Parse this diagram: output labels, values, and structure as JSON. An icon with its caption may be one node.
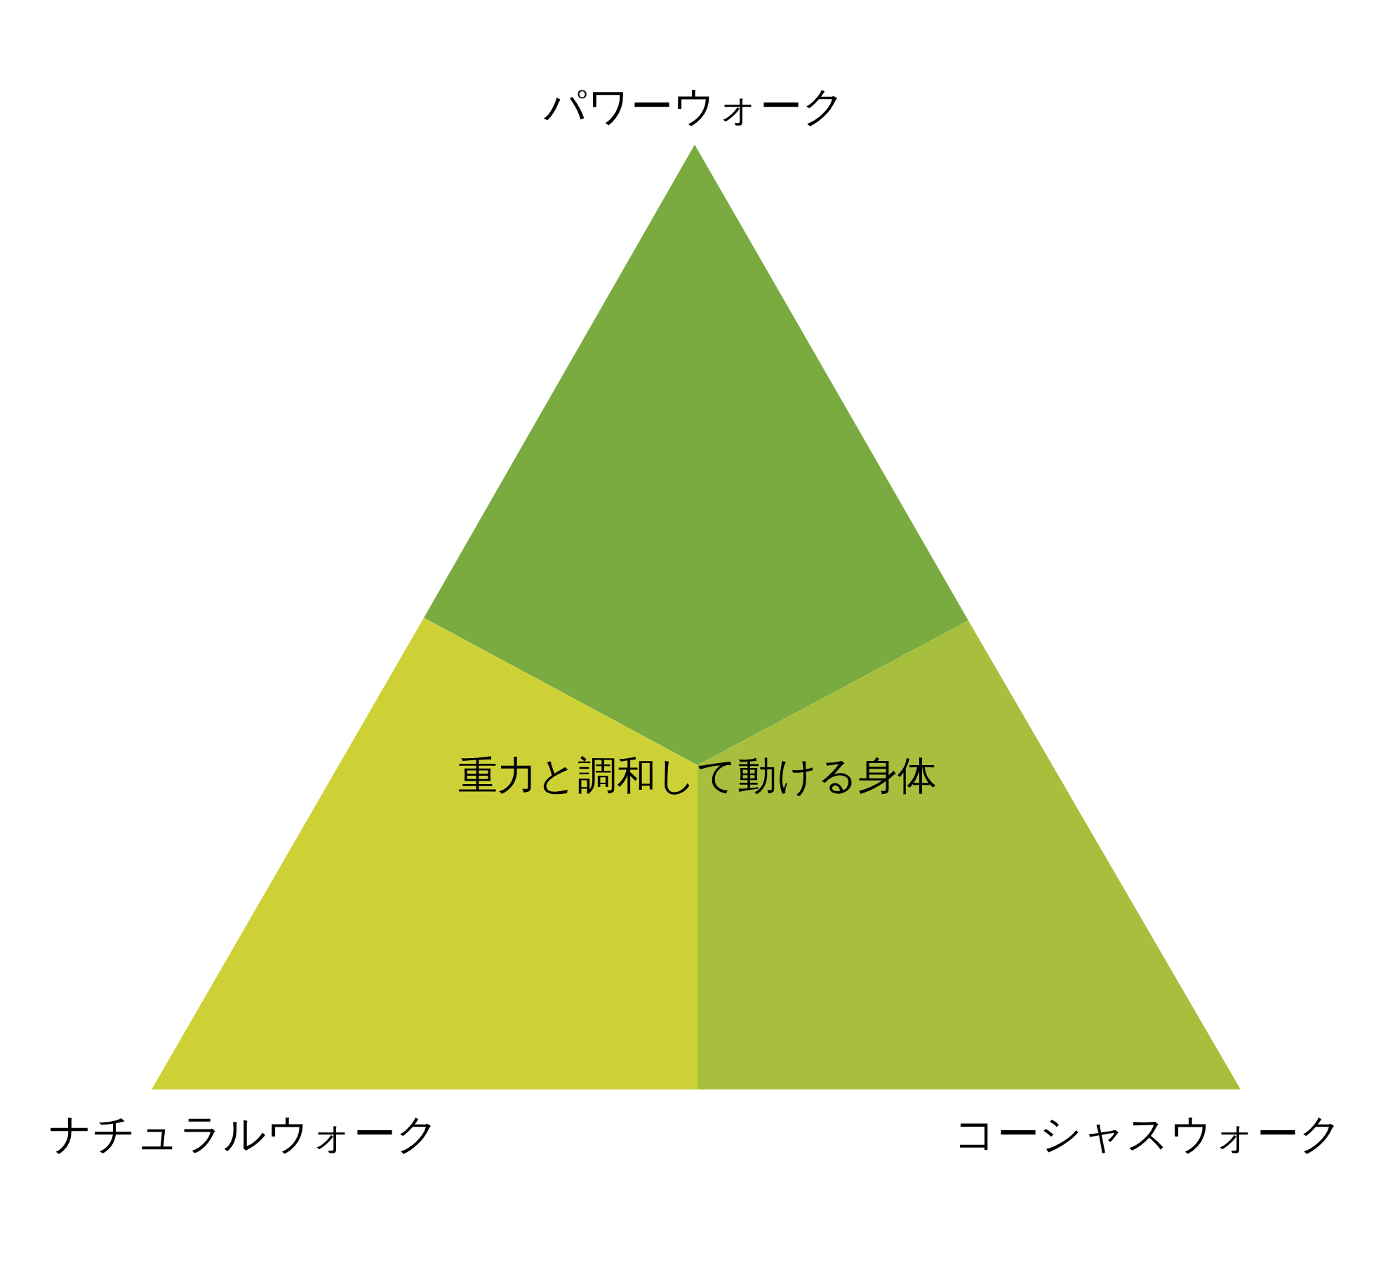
{
  "diagram": {
    "nodes": [
      {
        "text": [
          "パワーウォーク"
        ]
      },
      {
        "text": [
          "ナチュラルウォーク"
        ]
      },
      {
        "text": [
          "コーシャスウォーク"
        ]
      }
    ],
    "labels": [
      "重力と調和して動ける身体"
    ]
  }
}
